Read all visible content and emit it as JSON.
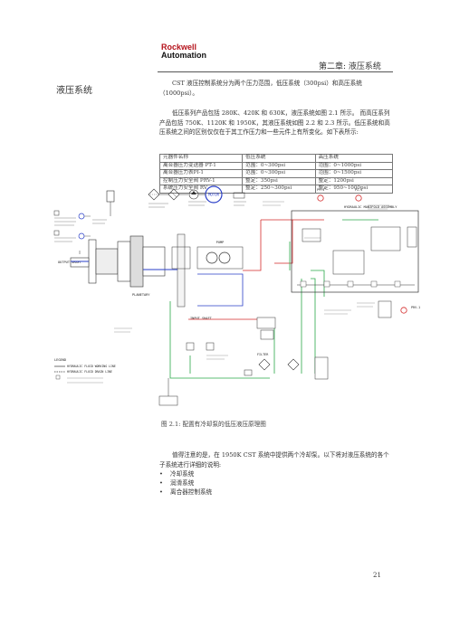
{
  "header": {
    "logo_line1": "Rockwell",
    "logo_line2": "Automation",
    "chapter": "第二章: 液压系统"
  },
  "section_title": "液压系统",
  "paragraphs": [
    "CST 液压控制系统分为两个压力范围，低压系统（300psi）和高压系统（1000psi）。",
    "低压系列产品包括 280K、420K 和 630K，液压系统如图 2.1 所示。 而高压系列产品包括 750K、1120K 和 1950K，其液压系统如图 2.2 和 2.3 所示。低压系统和高压系统之间的区别仅仅在于其工作压力和一些元件上有所变化。如下表所示:",
    "值得注意的是，在 1950K CST 系统中提供两个冷却泵。以下将对液压系统的各个子系统进行详细的说明:"
  ],
  "spec_table": {
    "headers": [
      "元器件名称",
      "低压系统",
      "高压系统"
    ],
    "rows": [
      [
        "离合器压力变送器 PT-1",
        "范围：0~300psi",
        "范围：0~1000psi"
      ],
      [
        "离合器压力表PI-1",
        "范围：0~300psi",
        "范围：0~1500psi"
      ],
      [
        "控制压力安全阀 PRV-1",
        "整定：350psi",
        "整定：1200psi"
      ],
      [
        "系统压力安全阀 RV",
        "整定：250~300psi",
        "整定：950~1000psi"
      ]
    ]
  },
  "diagram": {
    "labels": {
      "pt1": "PT-1",
      "pi1": "PI-1",
      "prv1": "PRV-1",
      "manifold": "HYDRAULIC MANIFOLD ASSEMBLY",
      "planetary": "PLANETARY",
      "input_shaft": "INPUT SHAFT",
      "output_shaft": "OUTPUT SHAFT",
      "filter": "FILTER",
      "motor": "MOTOR",
      "pump": "PUMP",
      "legend": "LEGEND",
      "legend_working": "HYDRAULIC FLUID WORKING LINE",
      "legend_drain": "HYDRAULIC FLUID DRAIN LINE"
    }
  },
  "caption": "图 2.1: 配置有冷却泵的低压液压原理图",
  "bullets": [
    "冷却系统",
    "润滑系统",
    "离合器控制系统"
  ],
  "page_number": "21",
  "colors": {
    "red": "#d42a2a",
    "green": "#2aa84a",
    "blue": "#2a3fc8",
    "brand_red": "#b5121b"
  }
}
